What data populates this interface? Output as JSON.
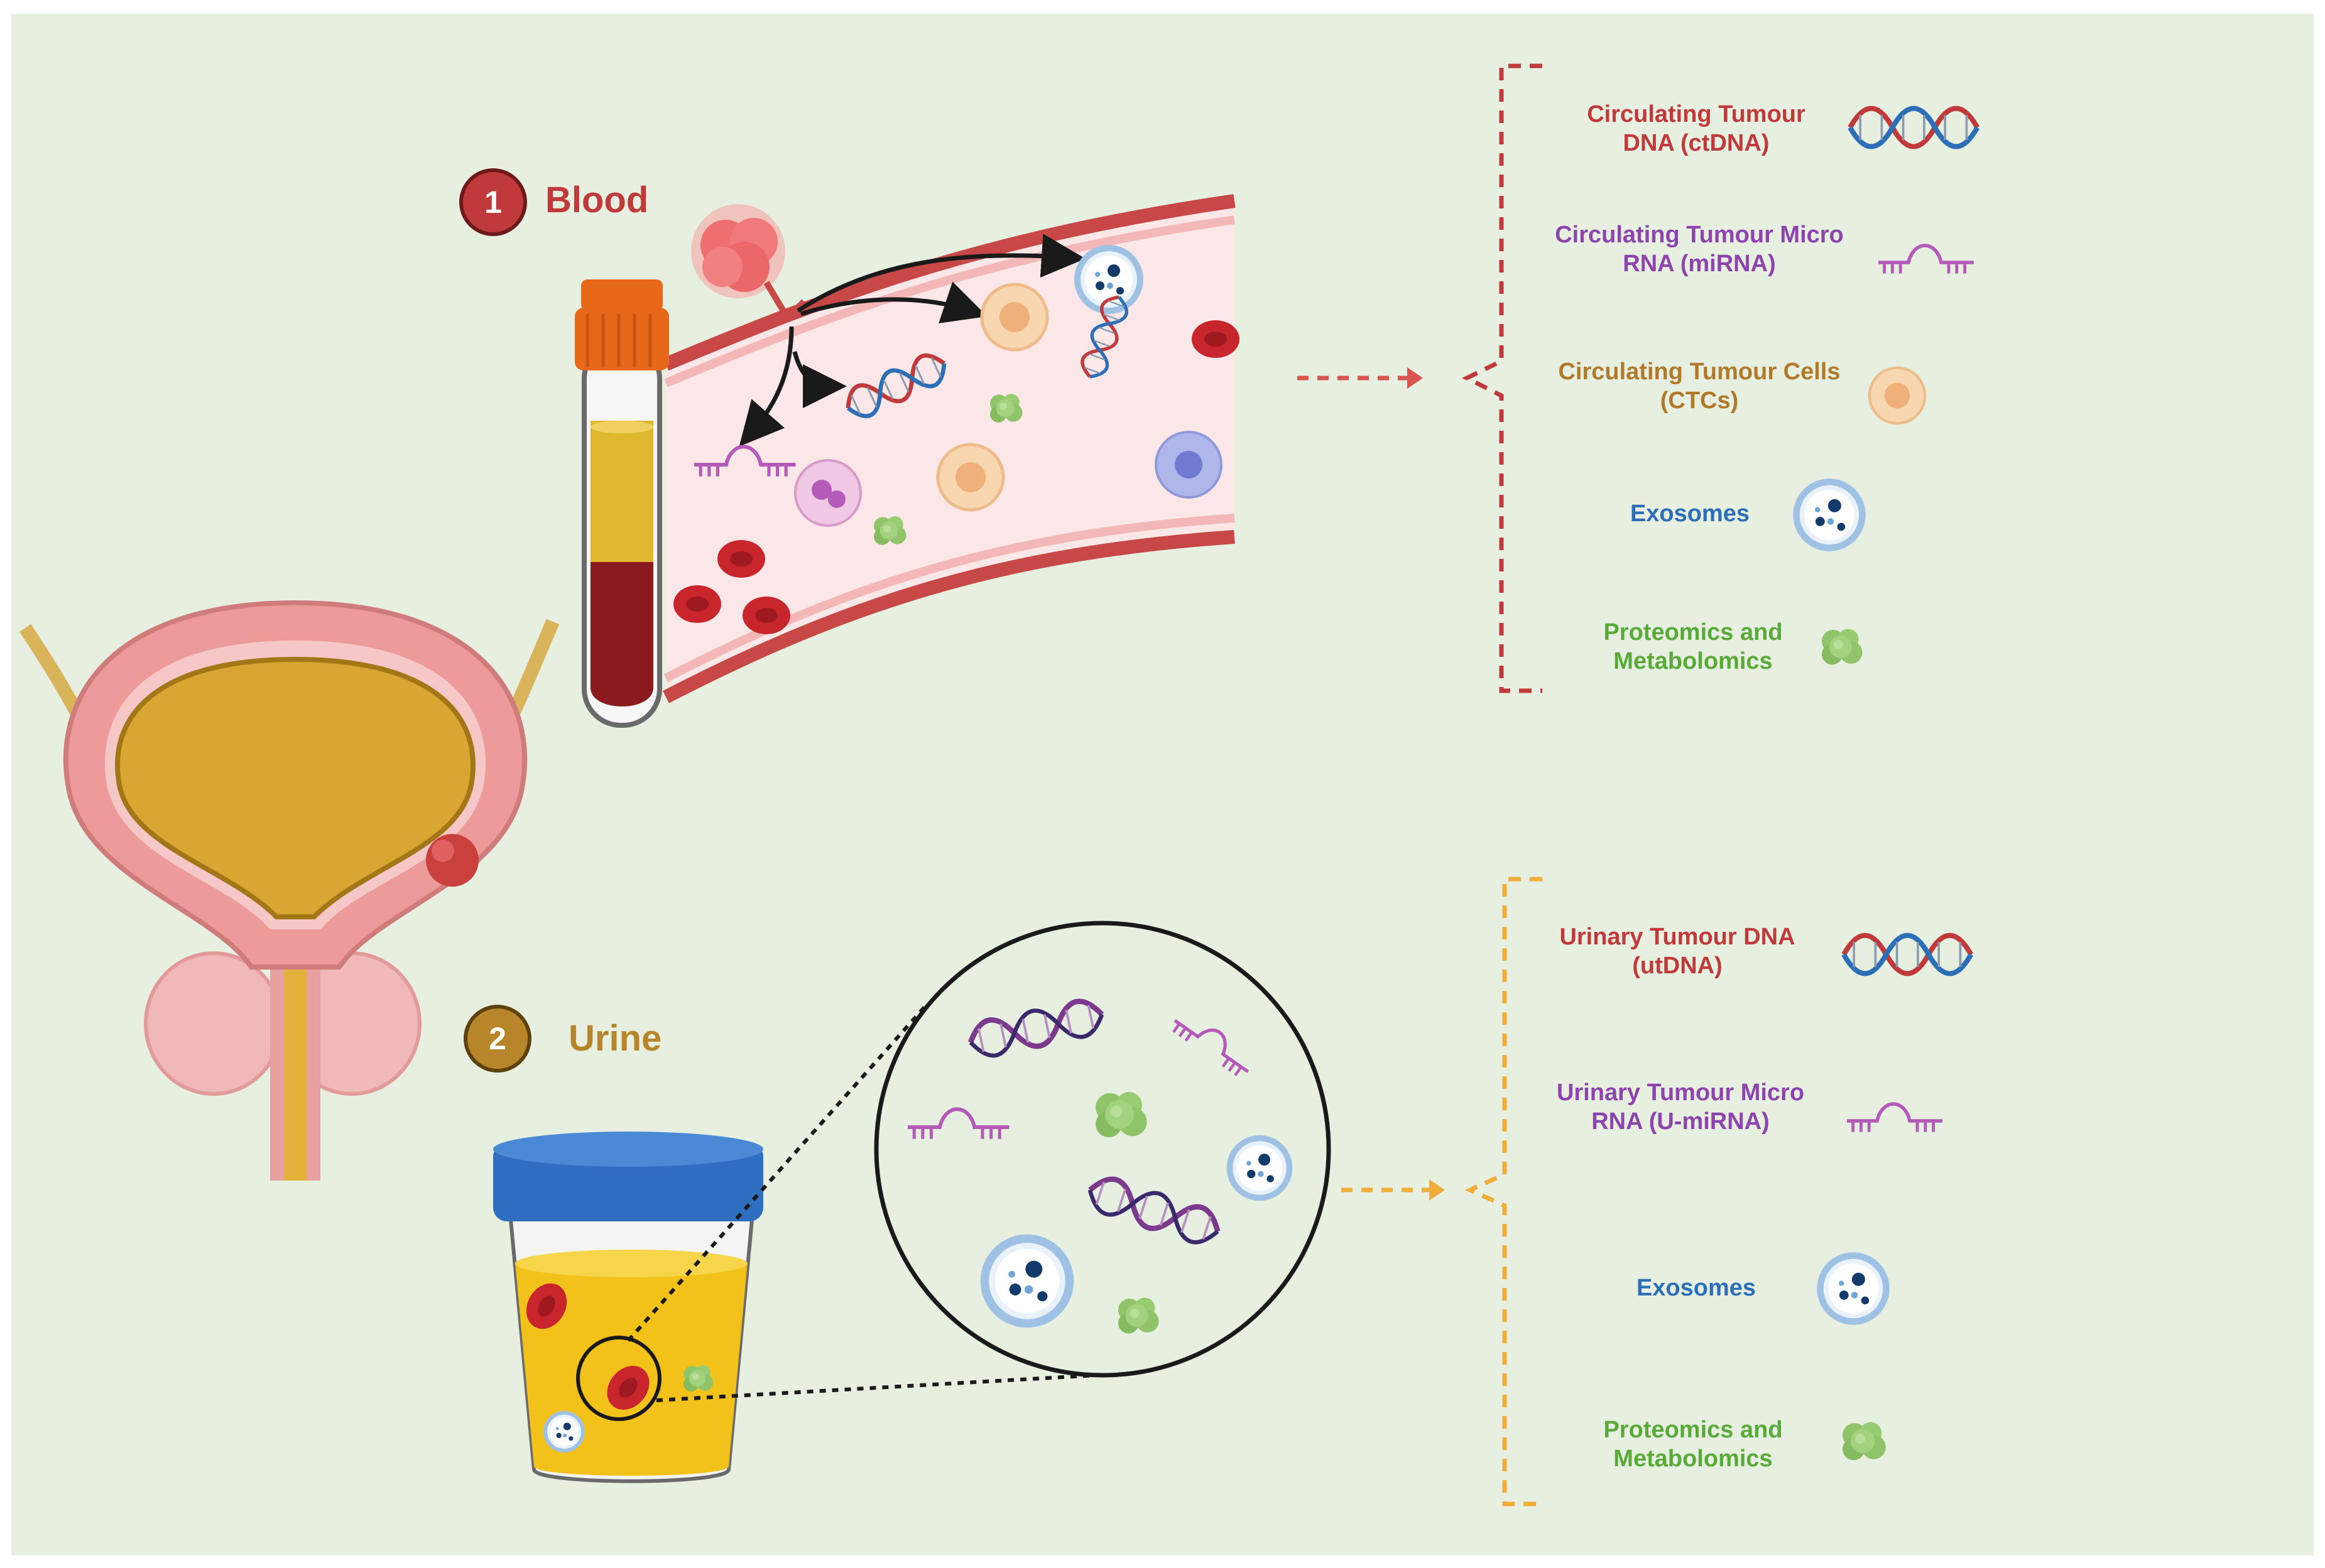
{
  "colors": {
    "background": "#e6efe0",
    "blood_accent": "#c0393b",
    "urine_accent": "#b8862a",
    "ctdna": "#c0393b",
    "mirna": "#8e44ad",
    "ctc": "#b07a2a",
    "exosome": "#2c6fb7",
    "proteomics": "#5aaa3a"
  },
  "blood": {
    "badge": "1",
    "title": "Blood",
    "items": [
      {
        "label": "Circulating Tumour DNA (ctDNA)",
        "icon": "dna-helix-icon"
      },
      {
        "label": "Circulating Tumour Micro RNA (miRNA)",
        "icon": "mirna-icon"
      },
      {
        "label": "Circulating Tumour Cells (CTCs)",
        "icon": "cell-icon"
      },
      {
        "label": "Exosomes",
        "icon": "exosome-icon"
      },
      {
        "label": "Proteomics and Metabolomics",
        "icon": "protein-cluster-icon"
      }
    ]
  },
  "urine": {
    "badge": "2",
    "title": "Urine",
    "items": [
      {
        "label": "Urinary Tumour DNA (utDNA)",
        "icon": "dna-helix-icon"
      },
      {
        "label": "Urinary Tumour Micro RNA (U-miRNA)",
        "icon": "mirna-icon"
      },
      {
        "label": "Exosomes",
        "icon": "exosome-icon"
      },
      {
        "label": "Proteomics and Metabolomics",
        "icon": "protein-cluster-icon"
      }
    ]
  }
}
